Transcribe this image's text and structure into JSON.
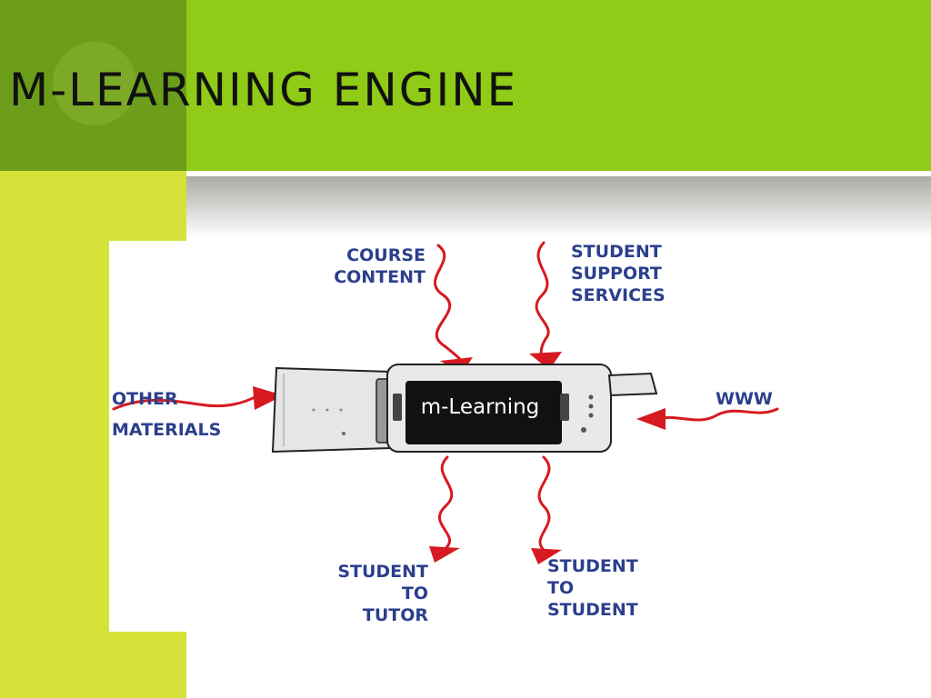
{
  "slide": {
    "title": "M-LEARNING ENGINE",
    "colors": {
      "title_bar": "#8fcb17",
      "corner_block": "#6c9d1b",
      "left_strip": "#d5e23a",
      "label_text": "#2b3f8c",
      "arrow": "#d71921"
    }
  },
  "diagram": {
    "center_label": "m-Learning",
    "nodes": {
      "course_content": [
        "COURSE",
        "CONTENT"
      ],
      "student_support_services": [
        "STUDENT",
        "SUPPORT",
        "SERVICES"
      ],
      "other_materials": [
        "OTHER",
        "MATERIALS"
      ],
      "www": [
        "WWW"
      ],
      "student_to_tutor": [
        "STUDENT",
        "TO",
        "TUTOR"
      ],
      "student_to_student": [
        "STUDENT",
        "TO",
        "STUDENT"
      ]
    }
  }
}
